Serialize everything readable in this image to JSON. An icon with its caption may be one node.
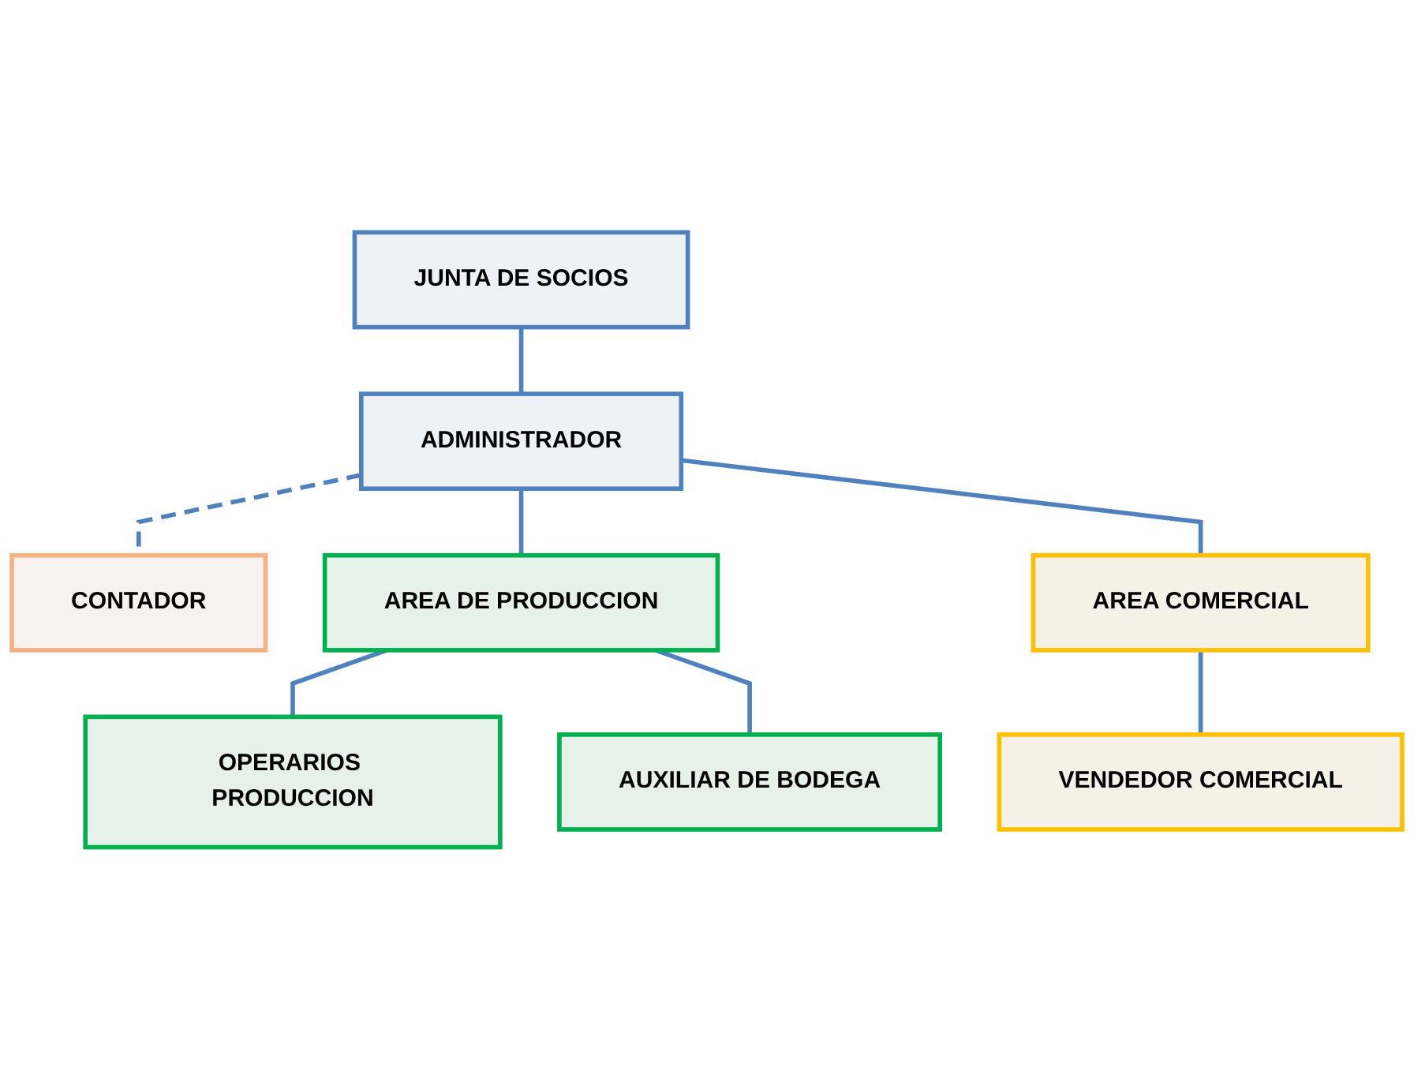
{
  "diagram": {
    "nodes": [
      {
        "text": [
          "JUNTA DE SOCIOS"
        ]
      },
      {
        "text": [
          "ADMINISTRADOR"
        ]
      },
      {
        "text": [
          "CONTADOR"
        ]
      },
      {
        "text": [
          "AREA DE PRODUCCION"
        ]
      },
      {
        "text": [
          "AREA COMERCIAL"
        ]
      },
      {
        "text": [
          "OPERARIOS PRODUCCION"
        ]
      },
      {
        "text": [
          "AUXILIAR DE BODEGA"
        ]
      },
      {
        "text": [
          "VENDEDOR COMERCIAL"
        ]
      }
    ],
    "edges": [
      {
        "from": 0,
        "to": 1,
        "arrow": "none"
      },
      {
        "from": 1,
        "to": 2,
        "arrow": "none",
        "style": "dashed"
      },
      {
        "from": 1,
        "to": 3,
        "arrow": "none"
      },
      {
        "from": 1,
        "to": 4,
        "arrow": "none"
      },
      {
        "from": 3,
        "to": 5,
        "arrow": "none"
      },
      {
        "from": 3,
        "to": 6,
        "arrow": "none"
      },
      {
        "from": 4,
        "to": 7,
        "arrow": "none"
      }
    ]
  }
}
